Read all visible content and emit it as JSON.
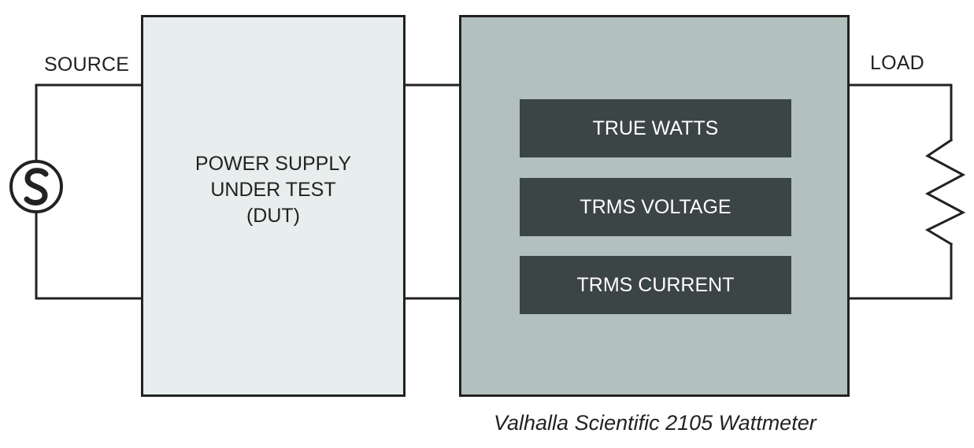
{
  "source": {
    "label": "SOURCE"
  },
  "load": {
    "label": "LOAD"
  },
  "dut": {
    "lines": [
      "POWER SUPPLY",
      "UNDER TEST",
      "(DUT)"
    ]
  },
  "meter": {
    "readouts": [
      "TRUE WATTS",
      "TRMS VOLTAGE",
      "TRMS CURRENT"
    ],
    "caption": "Valhalla Scientific 2105 Wattmeter"
  },
  "colors": {
    "line": "#222222",
    "dut_fill": "#e8eeed",
    "meter_fill": "#b3c1be",
    "readout_fill": "#3b4546",
    "readout_text": "#ffffff"
  },
  "icons": {
    "source": "ac-source-icon",
    "load": "resistor-icon"
  }
}
